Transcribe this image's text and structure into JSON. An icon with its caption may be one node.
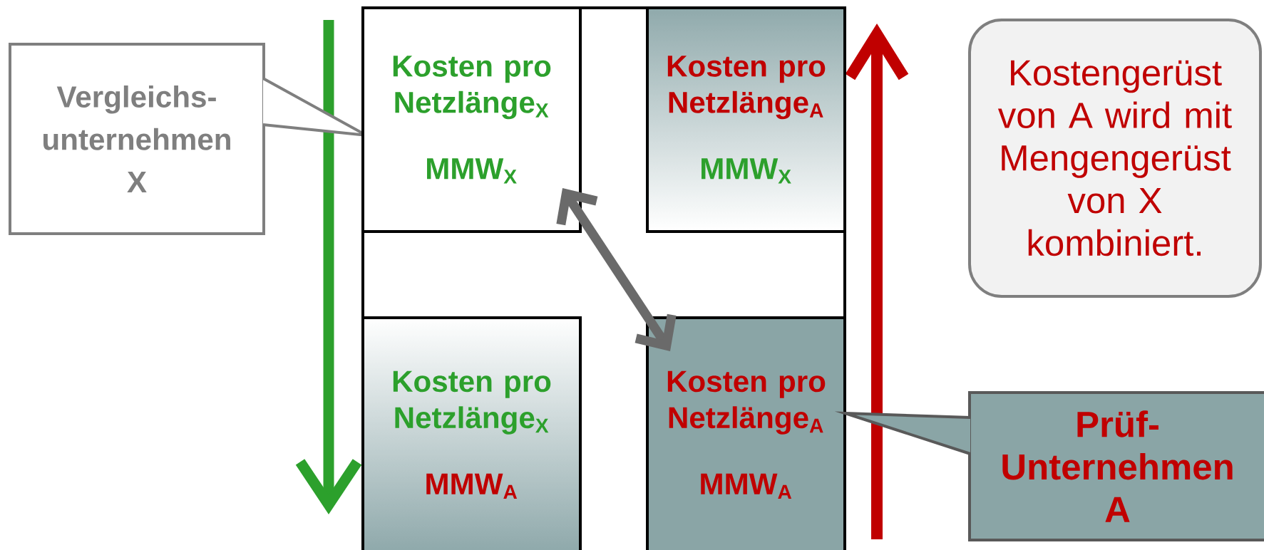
{
  "diagram": {
    "nodes": [
      {
        "text": [
          "Vergleichs- unternehmen X"
        ]
      },
      {
        "text": [
          "Kosten pro Netzlänge$_{X}$",
          "MMW$_{X}$"
        ]
      },
      {
        "text": [
          "Kosten pro Netzlänge$_{A}$",
          "MMW$_{X}$"
        ]
      },
      {
        "text": [
          "Kosten pro Netzlänge$_{X}$",
          "MMW$_{A}$"
        ]
      },
      {
        "text": [
          "Kosten pro Netzlänge$_{A}$",
          "MMW$_{A}$"
        ]
      },
      {
        "text": [
          "Kostengerüst von A wird mit Mengengerüst von X kombiniert."
        ]
      },
      {
        "text": [
          "Prüf- Unternehmen A"
        ]
      }
    ],
    "edges": [
      {
        "from": 1,
        "to": 4,
        "arrow": "both"
      }
    ]
  }
}
